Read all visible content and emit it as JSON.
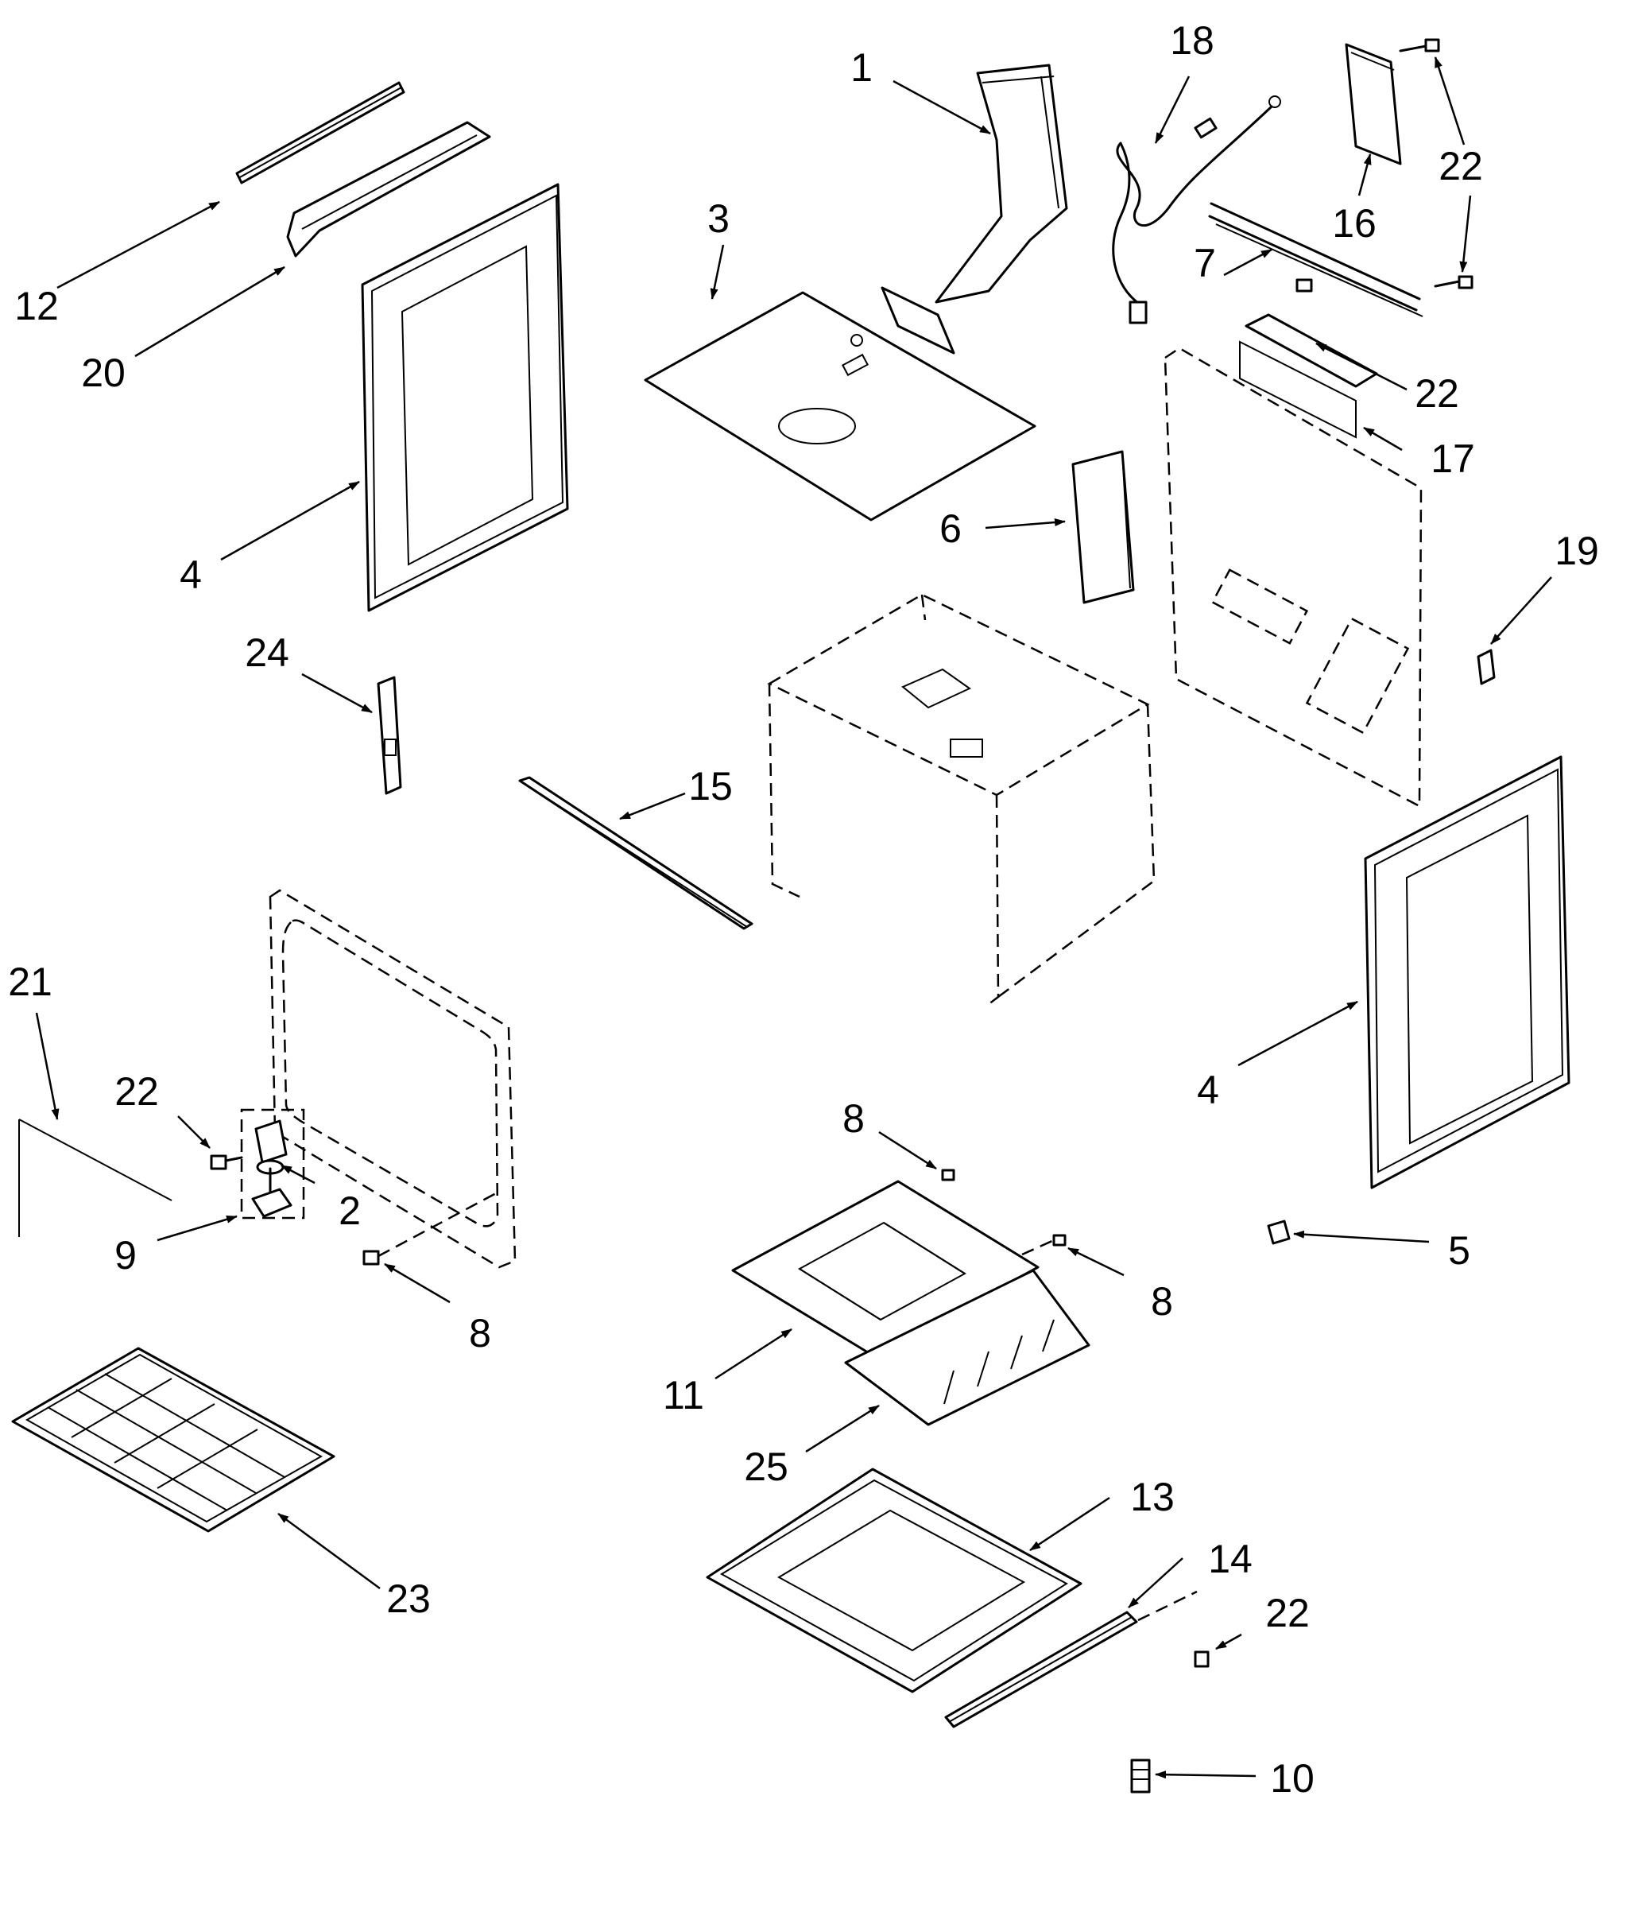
{
  "callouts": [
    {
      "id": "c1",
      "label": "1"
    },
    {
      "id": "c2",
      "label": "2"
    },
    {
      "id": "c3",
      "label": "3"
    },
    {
      "id": "c4a",
      "label": "4"
    },
    {
      "id": "c4b",
      "label": "4"
    },
    {
      "id": "c5",
      "label": "5"
    },
    {
      "id": "c6",
      "label": "6"
    },
    {
      "id": "c7",
      "label": "7"
    },
    {
      "id": "c8a",
      "label": "8"
    },
    {
      "id": "c8b",
      "label": "8"
    },
    {
      "id": "c8c",
      "label": "8"
    },
    {
      "id": "c9",
      "label": "9"
    },
    {
      "id": "c10",
      "label": "10"
    },
    {
      "id": "c11",
      "label": "11"
    },
    {
      "id": "c12",
      "label": "12"
    },
    {
      "id": "c13",
      "label": "13"
    },
    {
      "id": "c14",
      "label": "14"
    },
    {
      "id": "c15",
      "label": "15"
    },
    {
      "id": "c16",
      "label": "16"
    },
    {
      "id": "c17",
      "label": "17"
    },
    {
      "id": "c18",
      "label": "18"
    },
    {
      "id": "c19",
      "label": "19"
    },
    {
      "id": "c20",
      "label": "20"
    },
    {
      "id": "c21",
      "label": "21"
    },
    {
      "id": "c22a",
      "label": "22"
    },
    {
      "id": "c22b",
      "label": "22"
    },
    {
      "id": "c22c",
      "label": "22"
    },
    {
      "id": "c22d",
      "label": "22"
    },
    {
      "id": "c23",
      "label": "23"
    },
    {
      "id": "c24",
      "label": "24"
    },
    {
      "id": "c25",
      "label": "25"
    }
  ]
}
